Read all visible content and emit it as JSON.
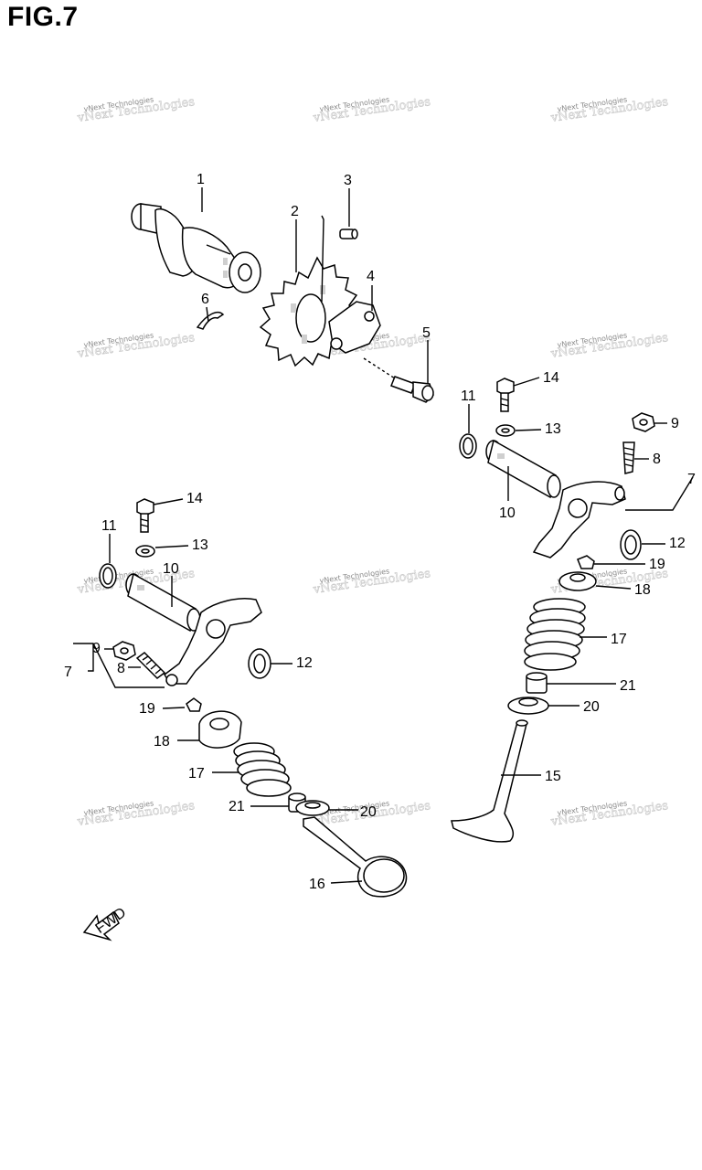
{
  "title": "FIG.7",
  "watermark": "vNext Technologies",
  "fwd_label": "FWD",
  "labels": {
    "p1": "1",
    "p2": "2",
    "p3": "3",
    "p4": "4",
    "p5": "5",
    "p6": "6",
    "p7a": "7",
    "p7b": "7",
    "p8a": "8",
    "p8b": "8",
    "p9a": "9",
    "p9b": "9",
    "p10a": "10",
    "p10b": "10",
    "p11a": "11",
    "p11b": "11",
    "p12a": "12",
    "p12b": "12",
    "p13a": "13",
    "p13b": "13",
    "p14a": "14",
    "p14b": "14",
    "p15": "15",
    "p16": "16",
    "p17a": "17",
    "p17b": "17",
    "p18a": "18",
    "p18b": "18",
    "p19a": "19",
    "p19b": "19",
    "p20a": "20",
    "p20b": "20",
    "p21a": "21",
    "p21b": "21"
  }
}
